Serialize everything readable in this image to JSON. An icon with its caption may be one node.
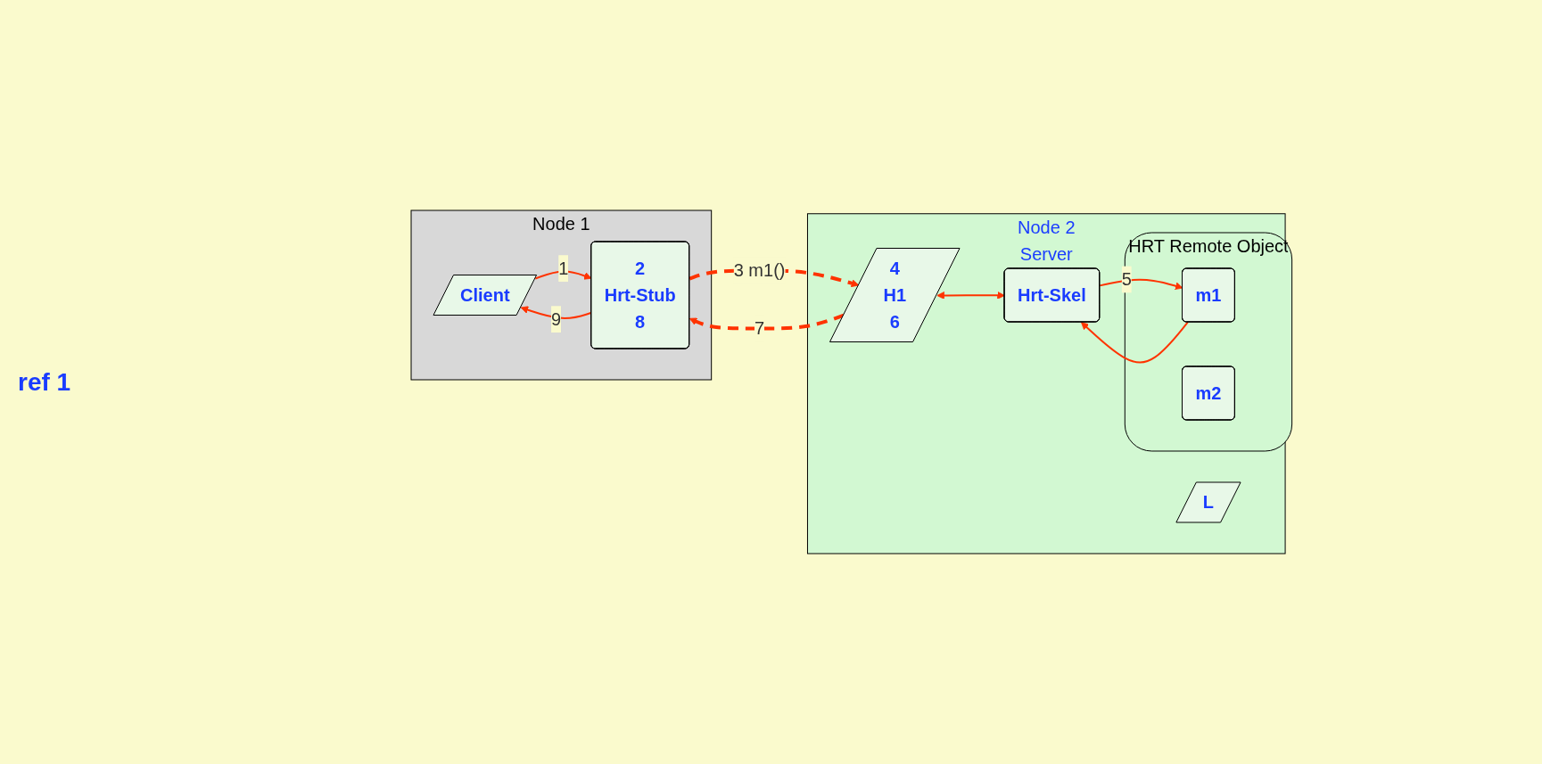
{
  "diagram": {
    "nodes": [
      {
        "text": [
          "Node 1"
        ]
      },
      {
        "text": [
          "Client"
        ],
        "in": 0
      },
      {
        "text": [
          "2",
          "Hrt-Stub",
          "8"
        ],
        "in": 0
      },
      {
        "text": [
          "Node 2",
          "Server"
        ]
      },
      {
        "text": [
          "L"
        ],
        "in": 3
      },
      {
        "text": [
          "4",
          "H1",
          "6"
        ],
        "in": 3
      },
      {
        "text": [
          "Hrt-Skel"
        ],
        "in": 3
      },
      {
        "text": [],
        "shape": "box",
        "in": 3,
        "beside": [
          "HRT Remote Object"
        ]
      },
      {
        "text": [
          "m1"
        ],
        "in": 7
      },
      {
        "text": [
          "m2"
        ],
        "in": 7
      }
    ],
    "edges": [
      {
        "from": 1,
        "to": 2,
        "arrow": "to",
        "label": "1"
      },
      {
        "from": 2,
        "to": 1,
        "arrow": "to",
        "label": "9"
      },
      {
        "from": 2,
        "to": 5,
        "arrow": "to",
        "label": "3 m1()",
        "style": "dashed"
      },
      {
        "from": 5,
        "to": 2,
        "arrow": "to",
        "label": "7",
        "style": "dashed"
      },
      {
        "from": 5,
        "to": 6,
        "arrow": "both"
      },
      {
        "from": 6,
        "to": 8,
        "arrow": "to",
        "label": "5"
      },
      {
        "from": 8,
        "to": 6,
        "arrow": "to"
      }
    ],
    "labels": [
      "ref 1"
    ]
  }
}
